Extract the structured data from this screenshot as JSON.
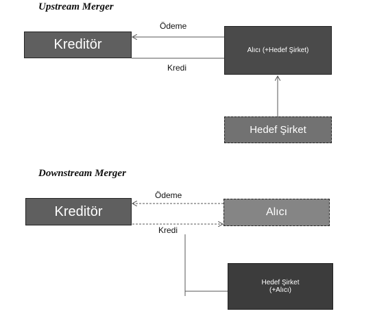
{
  "upstream": {
    "title": "Upstream Merger",
    "creditor": "Kreditör",
    "buyer": "Alıcı (+Hedef Şirket)",
    "target": "Hedef Şirket",
    "payment_label": "Ödeme",
    "credit_label": "Kredi"
  },
  "downstream": {
    "title": "Downstream Merger",
    "creditor": "Kreditör",
    "buyer": "Alıcı",
    "target": "Hedef Şirket\n(+Alıcı)",
    "payment_label": "Ödeme",
    "credit_label": "Kredi"
  },
  "colors": {
    "creditor_box": "#5f5f5f",
    "upstream_buyer_box": "#4a4a4a",
    "upstream_target_box": "#727272",
    "downstream_buyer_box": "#858585",
    "downstream_target_box": "#3c3c3c",
    "line": "#555555"
  }
}
